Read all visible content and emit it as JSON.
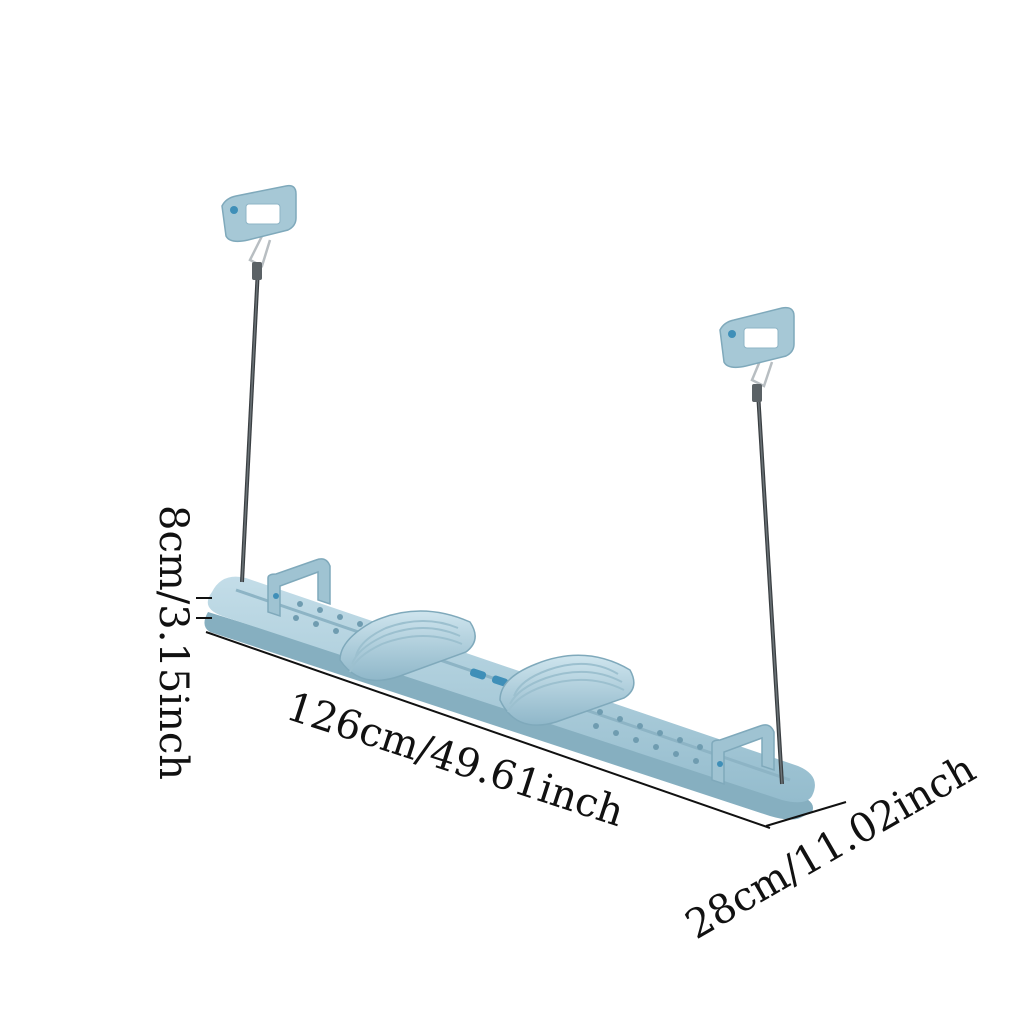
{
  "product": {
    "colors": {
      "body": "#a9cbd8",
      "body_light": "#c8e0ea",
      "body_dark": "#7ea9bb",
      "cord": "#3a3f42",
      "metal": "#c9ced2",
      "text": "#111111",
      "line": "#111111"
    }
  },
  "dimensions": {
    "height_label": "8cm/3.15inch",
    "length_label": "126cm/49.61inch",
    "width_label": "28cm/11.02inch"
  }
}
